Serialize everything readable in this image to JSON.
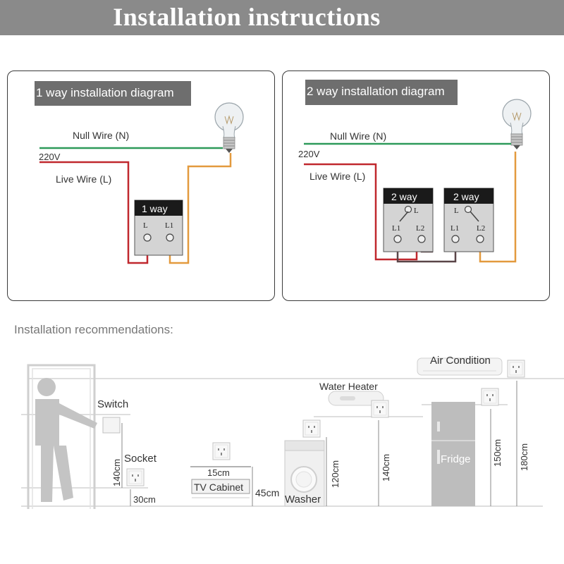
{
  "header": {
    "title": "Installation instructions"
  },
  "one_way": {
    "title": "1 way installation diagram",
    "null_wire": "Null Wire (N)",
    "voltage": "220V",
    "live_wire": "Live Wire (L)",
    "switch_label": "1 way",
    "term_l": "L",
    "term_l1": "L1"
  },
  "two_way": {
    "title": "2 way installation diagram",
    "null_wire": "Null Wire (N)",
    "voltage": "220V",
    "live_wire": "Live Wire (L)",
    "switch_a_label": "2 way",
    "switch_b_label": "2 way",
    "term_l": "L",
    "term_l1": "L1",
    "term_l2": "L2"
  },
  "recommendations": {
    "title": "Installation recommendations:",
    "labels": {
      "switch": "Switch",
      "socket": "Socket",
      "tv_cabinet": "TV Cabinet",
      "washer": "Washer",
      "water_heater": "Water Heater",
      "air_condition": "Air Condition",
      "fridge": "Fridge"
    },
    "dims": {
      "switch_height": "140cm",
      "socket_height": "30cm",
      "tv_offset": "15cm",
      "tv_height": "45cm",
      "washer_height": "120cm",
      "heater_height": "140cm",
      "fridge_height": "150cm",
      "ac_height": "180cm"
    }
  },
  "colors": {
    "banner": "#8a8a8a",
    "null_wire": "#2e9a5a",
    "live_wire": "#c0282e",
    "load_wire": "#e39a3e",
    "traveler_wire": "#5a4548",
    "label_bg": "#6e6e6e"
  }
}
